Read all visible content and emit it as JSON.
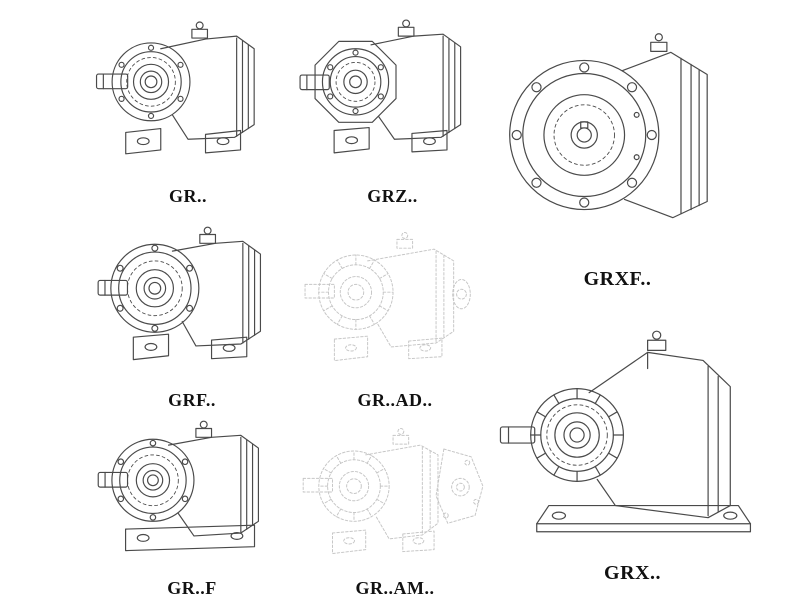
{
  "page": {
    "kind": "gear-reducer-catalog-sheet",
    "background": "#ffffff"
  },
  "colors": {
    "line": "#4a4a4a",
    "ghost_line": "#c6c6c6",
    "label": "#111111"
  },
  "models": [
    {
      "id": "gr",
      "label": "GR..",
      "style": "solid"
    },
    {
      "id": "grz",
      "label": "GRZ..",
      "style": "solid"
    },
    {
      "id": "grxf",
      "label": "GRXF..",
      "style": "solid"
    },
    {
      "id": "grf",
      "label": "GRF..",
      "style": "solid"
    },
    {
      "id": "gr-ad",
      "label": "GR..AD..",
      "style": "ghost"
    },
    {
      "id": "grx",
      "label": "GRX..",
      "style": "solid"
    },
    {
      "id": "gr-f",
      "label": "GR..F",
      "style": "solid"
    },
    {
      "id": "gr-am",
      "label": "GR..AM..",
      "style": "ghost"
    }
  ]
}
